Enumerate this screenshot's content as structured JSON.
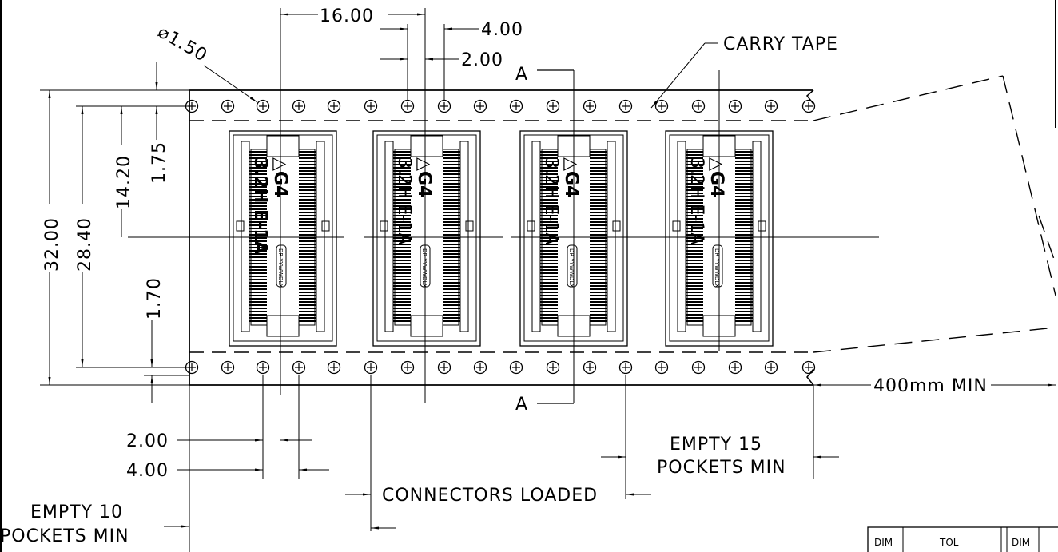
{
  "drawing": {
    "dimensions": {
      "pitch_top": "16.00",
      "hole_pitch_top": "4.00",
      "hole_offset_top": "2.00",
      "hole_diameter": "⌀1.50",
      "tape_width": "32.00",
      "hole_row_span": "28.40",
      "center_offset": "14.20",
      "top_edge": "1.75",
      "bottom_edge": "1.70",
      "hole_offset_bottom": "2.00",
      "hole_pitch_bottom": "4.00",
      "leader_length": "400mm MIN"
    },
    "notes": {
      "carry_tape": "CARRY TAPE",
      "section_top": "A",
      "section_bottom": "A",
      "connectors_loaded": "CONNECTORS LOADED",
      "empty15_line1": "EMPTY 15",
      "empty15_line2": "POCKETS MIN",
      "empty10_line1": "EMPTY 10",
      "empty10_line2": "POCKETS MIN"
    },
    "part_marking": {
      "line1": "△G4",
      "line2": "3.2H E-1A",
      "stamp": "DR YYWWDLX"
    },
    "title_block": {
      "col1": "DIM",
      "col2": "TOL",
      "col3": "DIM"
    }
  }
}
